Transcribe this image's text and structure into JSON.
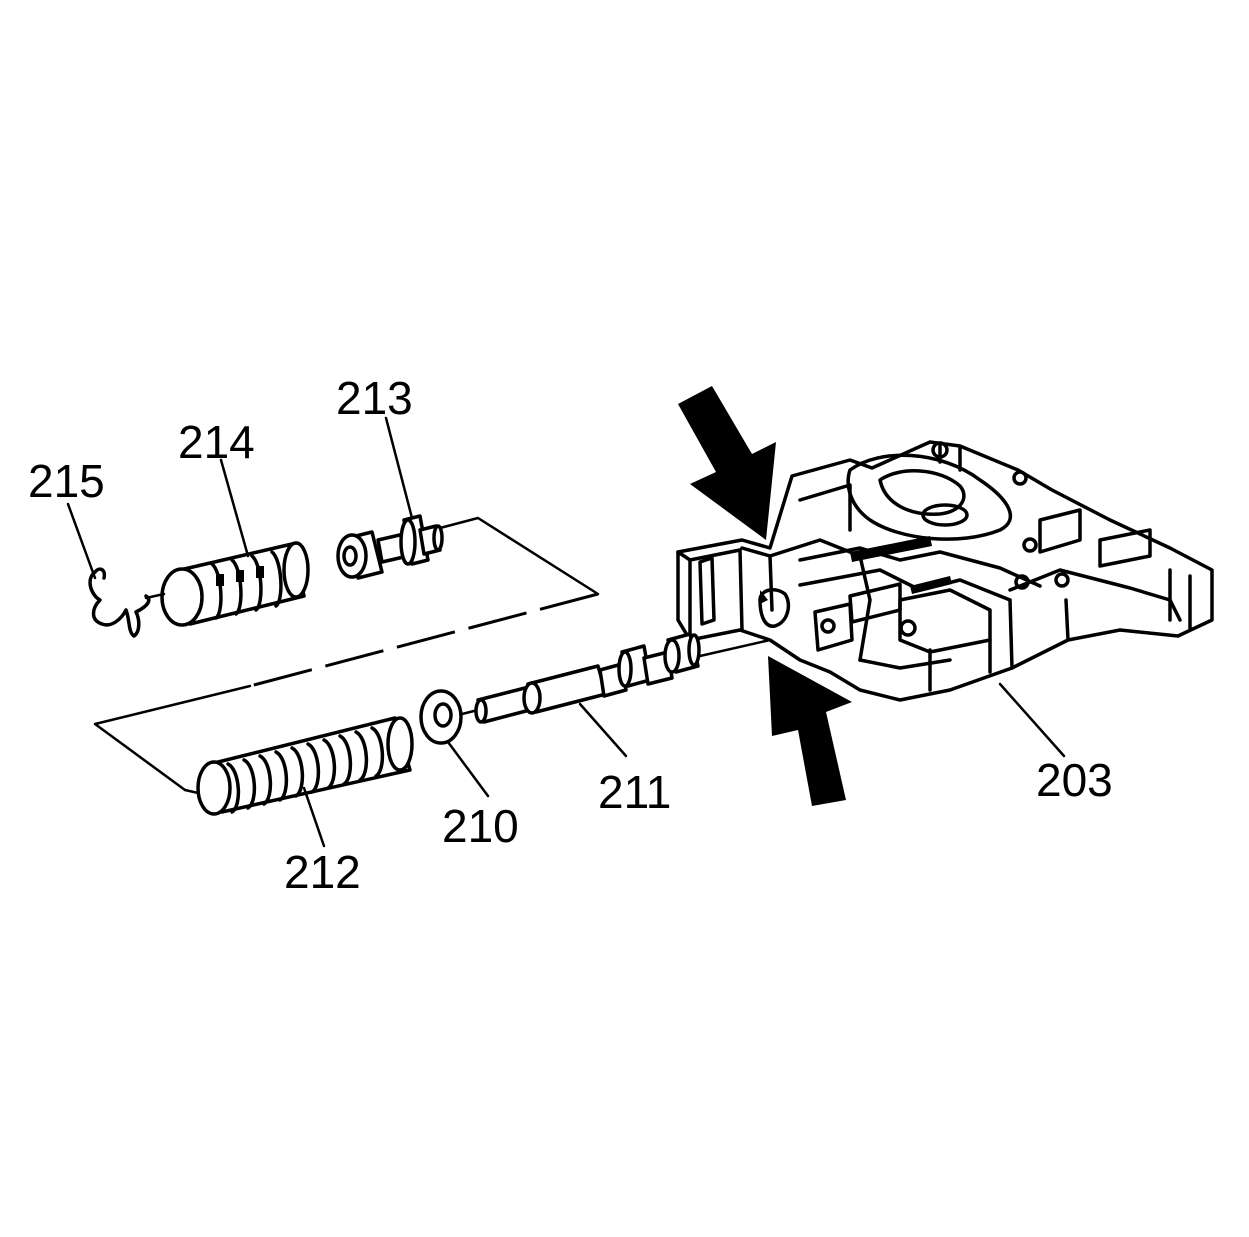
{
  "callouts": {
    "c203": "203",
    "c210": "210",
    "c211": "211",
    "c212": "212",
    "c213": "213",
    "c214": "214",
    "c215": "215"
  },
  "colors": {
    "ink": "#000000",
    "paper": "#ffffff"
  },
  "icons": [
    "arrow-down-right-icon",
    "arrow-up-right-icon"
  ]
}
